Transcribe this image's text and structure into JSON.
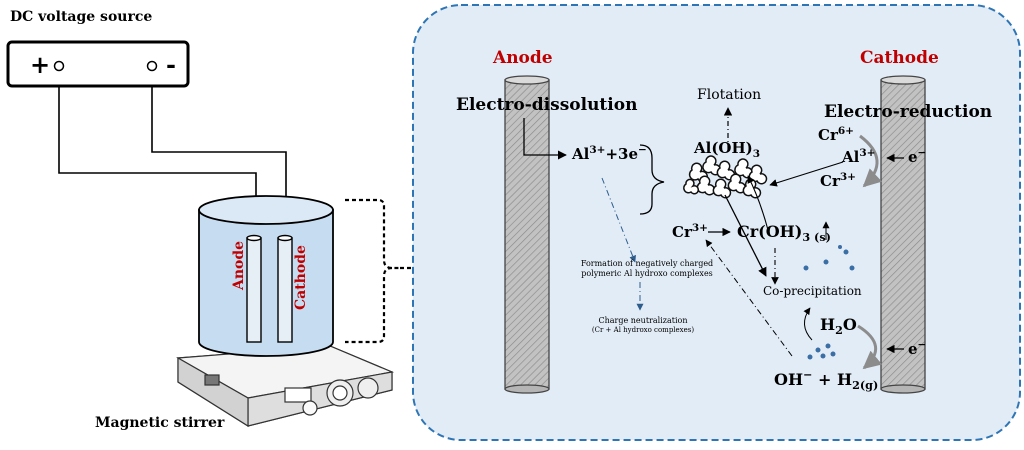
{
  "left": {
    "source_title": "DC voltage source",
    "plus_sign": "+",
    "minus_sign": "-",
    "anode_label": "Anode",
    "cathode_label": "Cathode",
    "stirrer_title": "Magnetic stirrer"
  },
  "right": {
    "anode_title": "Anode",
    "cathode_title": "Cathode",
    "electro_dissolution": "Electro-dissolution",
    "electro_reduction": "Electro-reduction",
    "flotation": "Flotation",
    "al_main": "Al",
    "al_sup": "3+",
    "al_plus": "+3e",
    "al_esup": "−",
    "aloh_main": "Al(OH)",
    "aloh_sub": "3",
    "cr6_main": "Cr",
    "cr6_sup": "6+",
    "al3_main": "Al",
    "al3_sup": "3+",
    "cr3r_main": "Cr",
    "cr3r_sup": "3+",
    "e_top": "e",
    "e_top_sup": "−",
    "cr3l_main": "Cr",
    "cr3l_sup": "3+",
    "croh_main": "Cr(OH)",
    "croh_sub": "3 (s)",
    "formation_text": "Formation of negatively charged polymeric  Al hydroxo complexes",
    "charge_neutralization": "Charge neutralization",
    "cr_al_complexes": "(Cr + Al hydroxo complexes)",
    "coprecipitation": "Co-precipitation",
    "h2o_main": "H",
    "h2o_sub": "2",
    "h2o_o": "O",
    "e_bottom": "e",
    "e_bottom_sup": "−",
    "oh_main": "OH",
    "oh_sup": "−",
    "h2_part": "+ H",
    "h2_sub": "2(g)"
  },
  "colors": {
    "panel_fill": "#e2ecf6",
    "panel_border": "#2e75b6",
    "electrode_fill": "#bcbcbc",
    "water": "#c6dcf0",
    "red_label": "#c00000",
    "dot_blue": "#3a6ea5",
    "grey_arrow": "#8c8c8c"
  }
}
